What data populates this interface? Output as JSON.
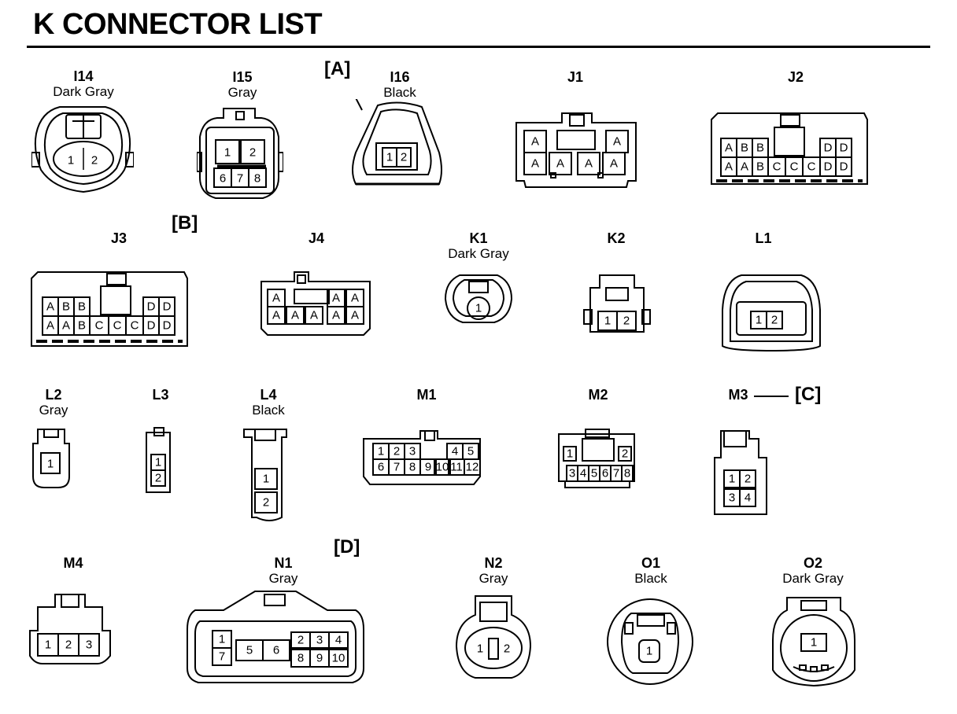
{
  "page": {
    "title": "K  CONNECTOR LIST"
  },
  "callouts": {
    "a": "[A]",
    "b": "[B]",
    "c": "[C]",
    "d": "[D]"
  },
  "connectors": {
    "I14": {
      "code": "I14",
      "color": "Dark Gray",
      "pins": [
        "1",
        "2"
      ]
    },
    "I15": {
      "code": "I15",
      "color": "Gray",
      "pins": [
        "1",
        "2",
        "6",
        "7",
        "8"
      ]
    },
    "I16": {
      "code": "I16",
      "color": "Black",
      "pins": [
        "1",
        "2"
      ]
    },
    "J1": {
      "code": "J1",
      "pins": [
        "A",
        "A",
        "A",
        "A",
        "A",
        "A"
      ]
    },
    "J2": {
      "code": "J2",
      "pins": [
        "A",
        "B",
        "B",
        "D",
        "D",
        "A",
        "A",
        "B",
        "C",
        "C",
        "C",
        "D",
        "D"
      ]
    },
    "J3": {
      "code": "J3",
      "pins": [
        "A",
        "B",
        "B",
        "D",
        "D",
        "A",
        "A",
        "B",
        "C",
        "C",
        "C",
        "D",
        "D"
      ]
    },
    "J4": {
      "code": "J4",
      "pins": [
        "A",
        "A",
        "A",
        "A",
        "A",
        "A",
        "A",
        "A"
      ]
    },
    "K1": {
      "code": "K1",
      "color": "Dark Gray",
      "pins": [
        "1"
      ]
    },
    "K2": {
      "code": "K2",
      "pins": [
        "1",
        "2"
      ]
    },
    "L1": {
      "code": "L1",
      "pins": [
        "1",
        "2"
      ]
    },
    "L2": {
      "code": "L2",
      "color": "Gray",
      "pins": [
        "1"
      ]
    },
    "L3": {
      "code": "L3",
      "pins": [
        "1",
        "2"
      ]
    },
    "L4": {
      "code": "L4",
      "color": "Black",
      "pins": [
        "1",
        "2"
      ]
    },
    "M1": {
      "code": "M1",
      "pins": [
        "1",
        "2",
        "3",
        "4",
        "5",
        "6",
        "7",
        "8",
        "9",
        "10",
        "11",
        "12"
      ]
    },
    "M2": {
      "code": "M2",
      "pins": [
        "1",
        "2",
        "3",
        "4",
        "5",
        "6",
        "7",
        "8"
      ]
    },
    "M3": {
      "code": "M3",
      "pins": [
        "1",
        "2",
        "3",
        "4"
      ]
    },
    "M4": {
      "code": "M4",
      "pins": [
        "1",
        "2",
        "3"
      ]
    },
    "N1": {
      "code": "N1",
      "color": "Gray",
      "pins": [
        "1",
        "2",
        "3",
        "4",
        "5",
        "6",
        "7",
        "8",
        "9",
        "10"
      ]
    },
    "N2": {
      "code": "N2",
      "color": "Gray",
      "pins": [
        "1",
        "2"
      ]
    },
    "O1": {
      "code": "O1",
      "color": "Black",
      "pins": [
        "1"
      ]
    },
    "O2": {
      "code": "O2",
      "color": "Dark Gray",
      "pins": [
        "1"
      ]
    }
  }
}
